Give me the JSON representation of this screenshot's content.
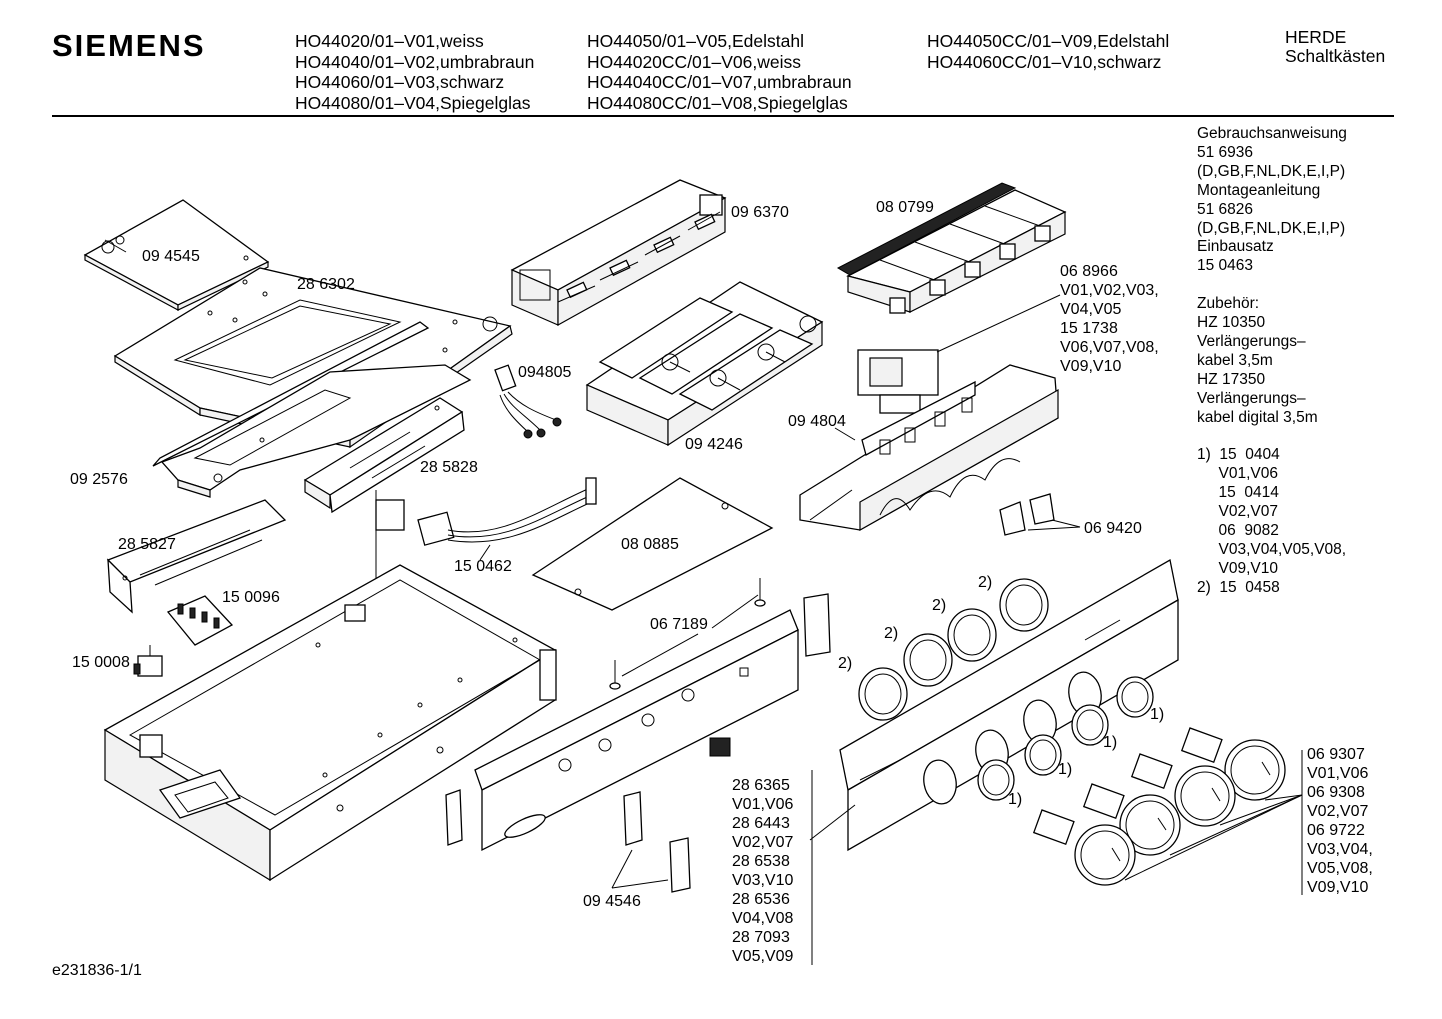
{
  "brand": "SIEMENS",
  "header": {
    "col1": [
      "HO44020/01–V01,weiss",
      "HO44040/01–V02,umbrabraun",
      "HO44060/01–V03,schwarz",
      "HO44080/01–V04,Spiegelglas"
    ],
    "col2": [
      "HO44050/01–V05,Edelstahl",
      "HO44020CC/01–V06,weiss",
      "HO44040CC/01–V07,umbrabraun",
      "HO44080CC/01–V08,Spiegelglas"
    ],
    "col3": [
      "HO44050CC/01–V09,Edelstahl",
      "HO44060CC/01–V10,schwarz"
    ],
    "col4": [
      "HERDE",
      "Schaltkästen"
    ]
  },
  "side_notes": [
    "Gebrauchsanweisung",
    "51 6936",
    "(D,GB,F,NL,DK,E,I,P)",
    "Montageanleitung",
    "51 6826",
    "(D,GB,F,NL,DK,E,I,P)",
    "Einbausatz",
    "15 0463",
    "",
    "Zubehör:",
    "HZ 10350",
    "Verlängerungs–",
    "kabel 3,5m",
    "HZ 17350",
    "Verlängerungs–",
    "kabel digital 3,5m",
    "",
    "1)  15  0404",
    "     V01,V06",
    "     15  0414",
    "     V02,V07",
    "     06  9082",
    "     V03,V04,V05,V08,",
    "     V09,V10",
    "2)  15  0458"
  ],
  "labels": {
    "p094545": "09 4545",
    "p286302": "28 6302",
    "p096370": "09 6370",
    "p080799": "08 0799",
    "p068966": [
      "06 8966",
      "V01,V02,V03,",
      "V04,V05",
      "15 1738",
      "V06,V07,V08,",
      "V09,V10"
    ],
    "p094805": "094805",
    "p094246": "09 4246",
    "p094804": "09 4804",
    "p092576": "09 2576",
    "p285828": "28 5828",
    "p285827": "28 5827",
    "p150096": "15 0096",
    "p150462": "15 0462",
    "p080885": "08 0885",
    "p069420": "06 9420",
    "p150008": "15 0008",
    "p067189": "06 7189",
    "p094546": "09 4546",
    "panel_list": [
      "28 6365",
      "V01,V06",
      "28 6443",
      "V02,V07",
      "28 6538",
      "V03,V10",
      "28 6536",
      "V04,V08",
      "28 7093",
      "V05,V09"
    ],
    "knob_list": [
      "06 9307",
      "V01,V06",
      "06 9308",
      "V02,V07",
      "06 9722",
      "V03,V04,",
      "V05,V08,",
      "V09,V10"
    ],
    "note2": "2)",
    "note1": "1)"
  },
  "footer": "e231836-1/1"
}
